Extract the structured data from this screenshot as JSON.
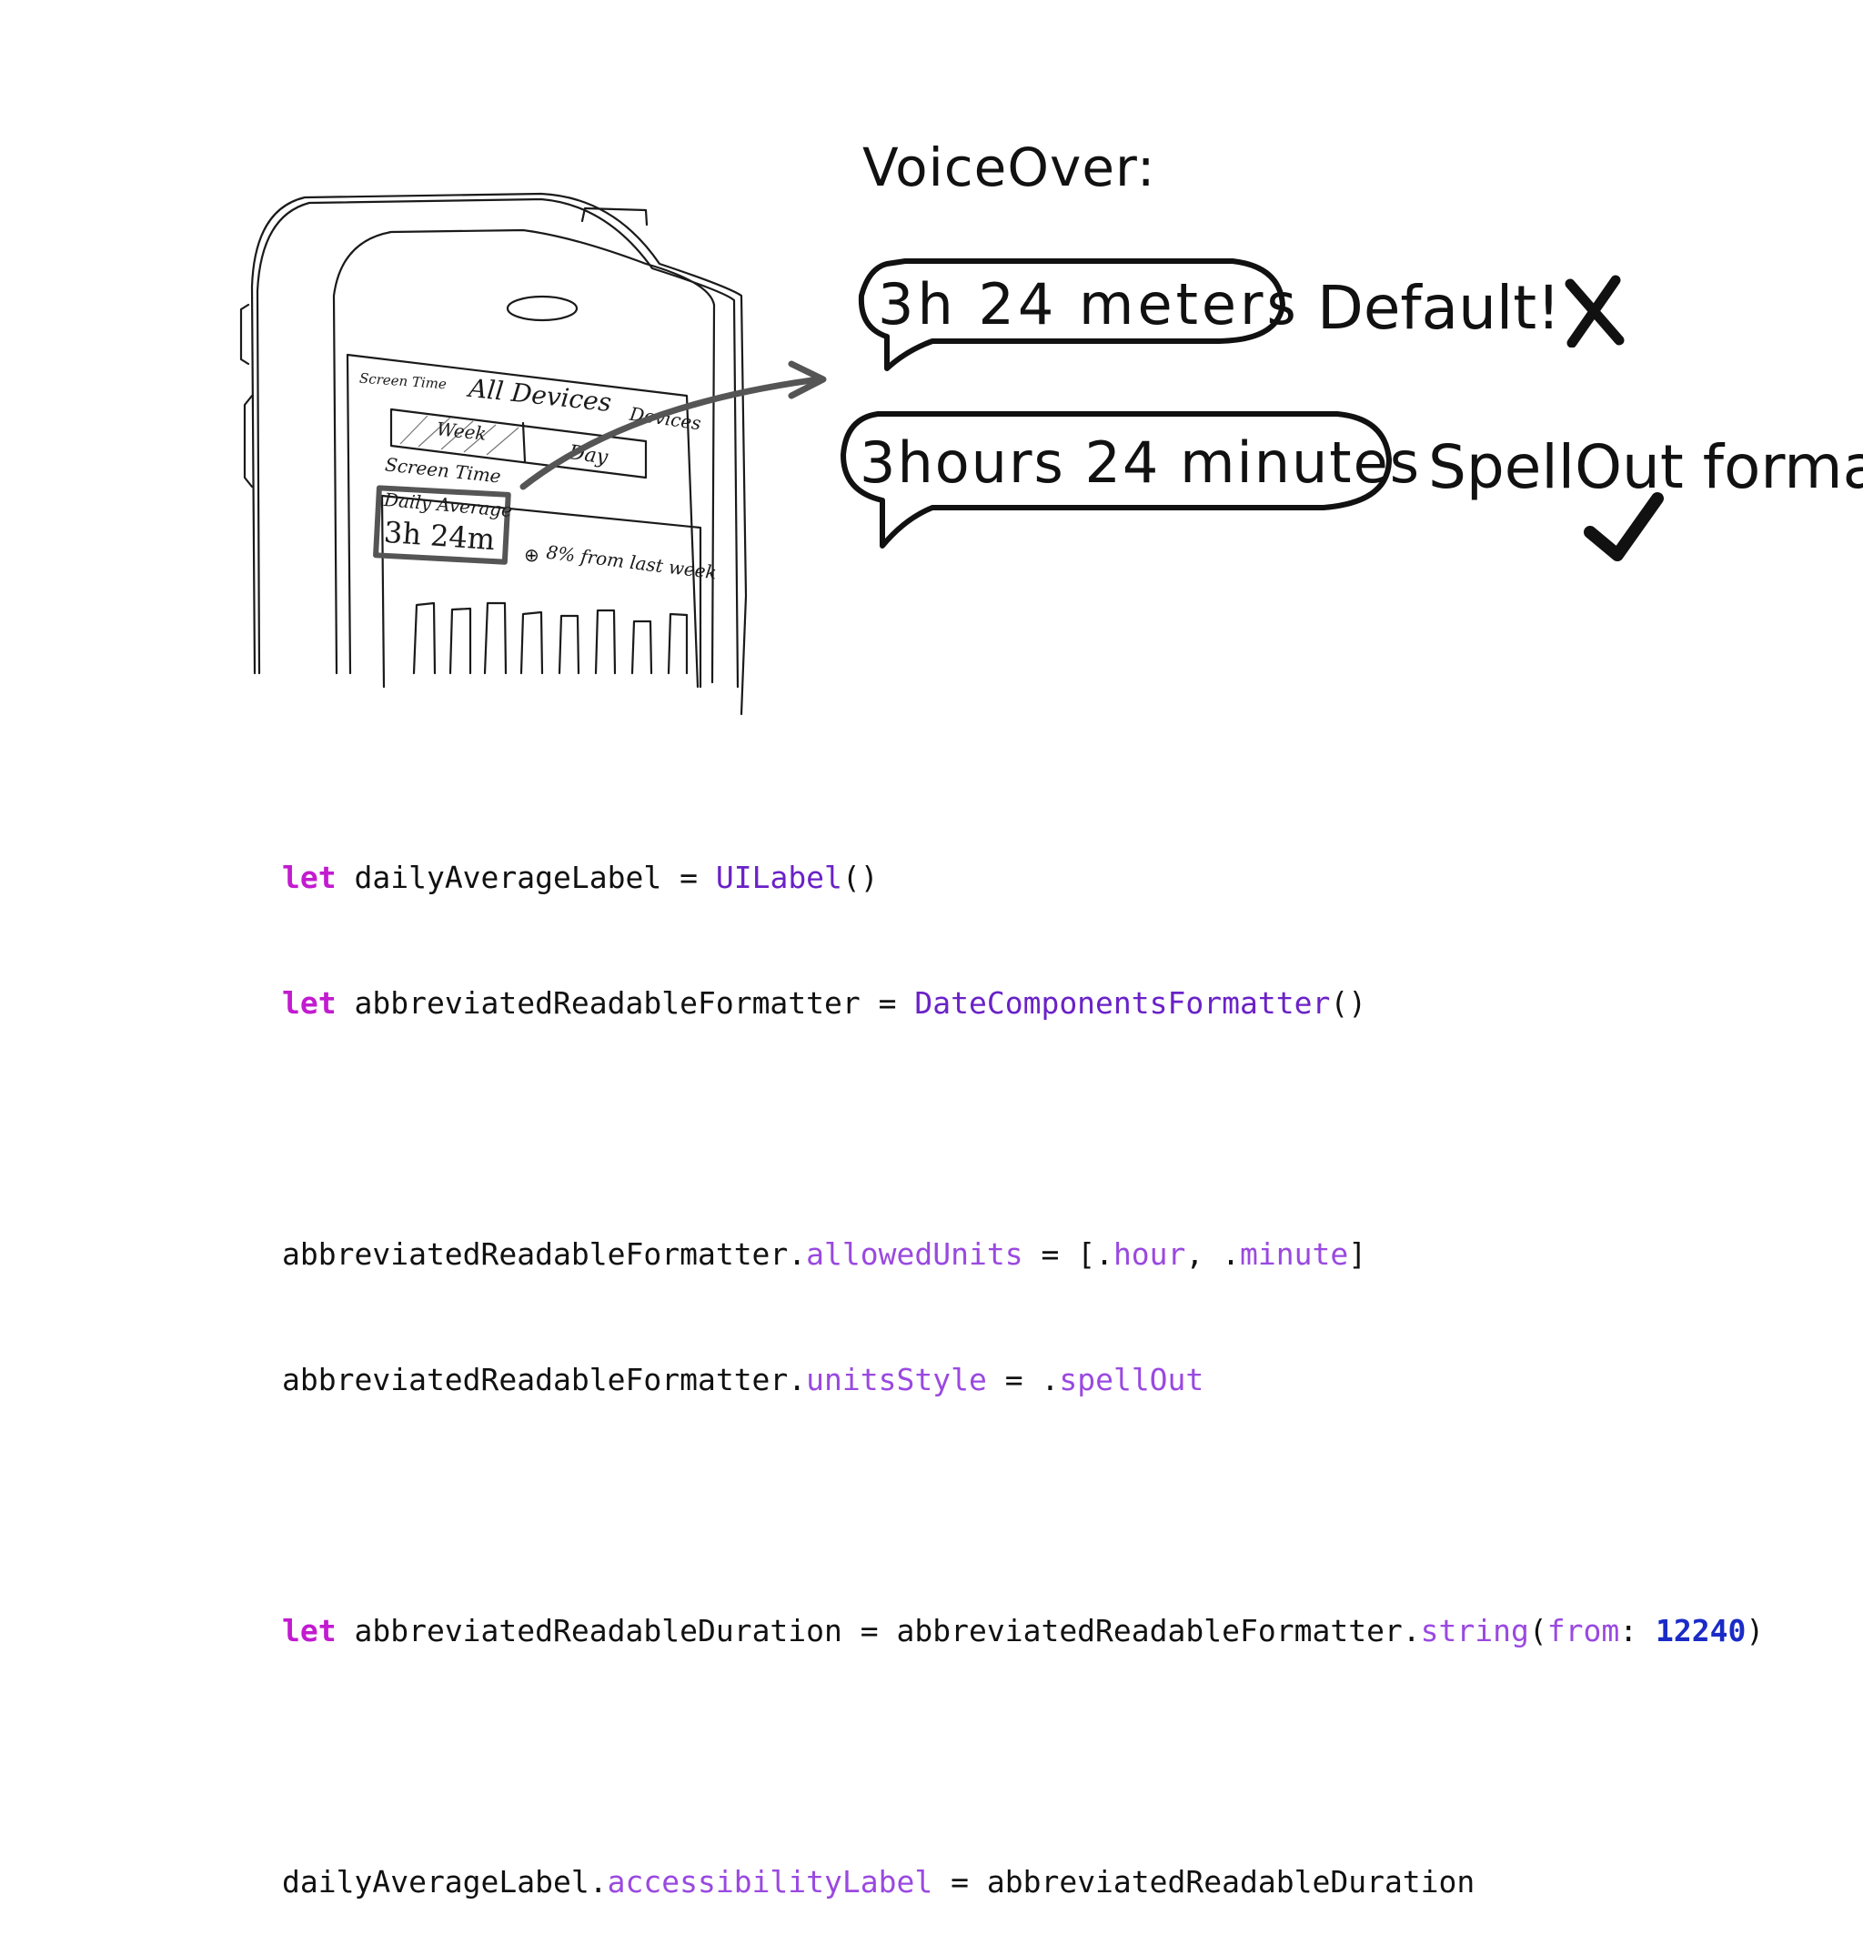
{
  "voiceover": {
    "title": "VoiceOver:",
    "bubbles": [
      {
        "text": "3h 24 meters",
        "verdict": "Default!",
        "mark": "cross-icon"
      },
      {
        "text": "3hours 24 minutes",
        "verdict": "SpellOut format",
        "mark": "check-icon"
      }
    ]
  },
  "phone": {
    "back_label": "Screen Time",
    "title": "All Devices",
    "right_label": "Devices",
    "segments": [
      "Week",
      "Day"
    ],
    "section_label": "Screen Time",
    "daily_average_label": "Daily Average",
    "daily_average_value": "3h 24m",
    "change_text": "8% from last week"
  },
  "code": {
    "l1": {
      "kw": "let",
      "name": " dailyAverageLabel = ",
      "type": "UILabel",
      "tail": "()"
    },
    "l2": {
      "kw": "let",
      "name": " abbreviatedReadableFormatter = ",
      "type": "DateComponentsFormatter",
      "tail": "()"
    },
    "l3": {
      "obj": "abbreviatedReadableFormatter.",
      "prop": "allowedUnits",
      "mid": " = [.",
      "v1": "hour",
      "sep": ", .",
      "v2": "minute",
      "tail": "]"
    },
    "l4": {
      "obj": "abbreviatedReadableFormatter.",
      "prop": "unitsStyle",
      "mid": " = .",
      "v1": "spellOut"
    },
    "l5": {
      "kw": "let",
      "name": " abbreviatedReadableDuration = abbreviatedReadableFormatter.",
      "fn": "string",
      "paren": "(",
      "arg": "from",
      "colon": ": ",
      "num": "12240",
      "tail": ")"
    },
    "l6": {
      "obj": "dailyAverageLabel.",
      "prop": "accessibilityLabel",
      "tail": " = abbreviatedReadableDuration"
    }
  }
}
